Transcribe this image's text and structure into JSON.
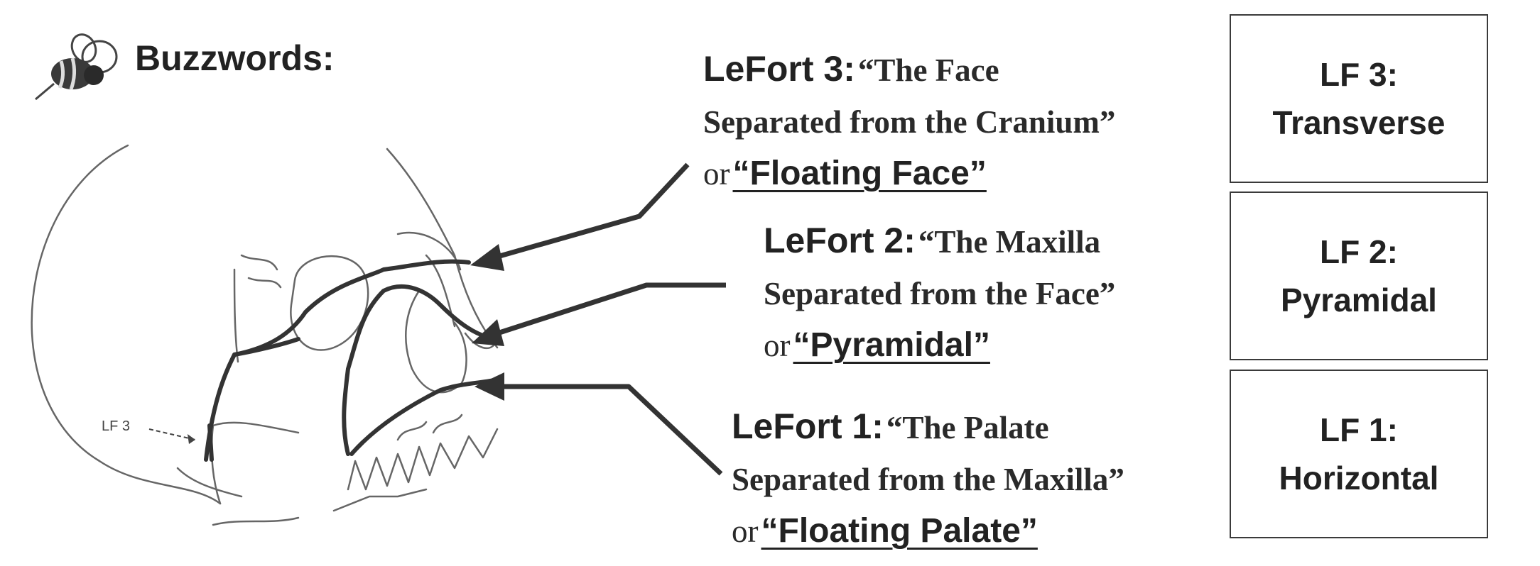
{
  "header": {
    "title": "Buzzwords:"
  },
  "skull": {
    "marker_label": "LF 3"
  },
  "fractures": [
    {
      "name": "LeFort 3:",
      "line1_rest": "“The Face",
      "line2": "Separated from the Cranium”",
      "or": "or",
      "alias": "“Floating Face”"
    },
    {
      "name": "LeFort 2:",
      "line1_rest": "“The Maxilla",
      "line2": "Separated from the Face”",
      "or": "or",
      "alias": "“Pyramidal”"
    },
    {
      "name": "LeFort 1:",
      "line1_rest": "“The Palate",
      "line2": "Separated from the Maxilla”",
      "or": "or",
      "alias": "“Floating Palate”"
    }
  ],
  "boxes": [
    {
      "line1": "LF 3:",
      "line2": "Transverse"
    },
    {
      "line1": "LF 2:",
      "line2": "Pyramidal"
    },
    {
      "line1": "LF 1:",
      "line2": "Horizontal"
    }
  ],
  "colors": {
    "ink": "#222222",
    "line": "#333333",
    "sketch": "#555555"
  }
}
